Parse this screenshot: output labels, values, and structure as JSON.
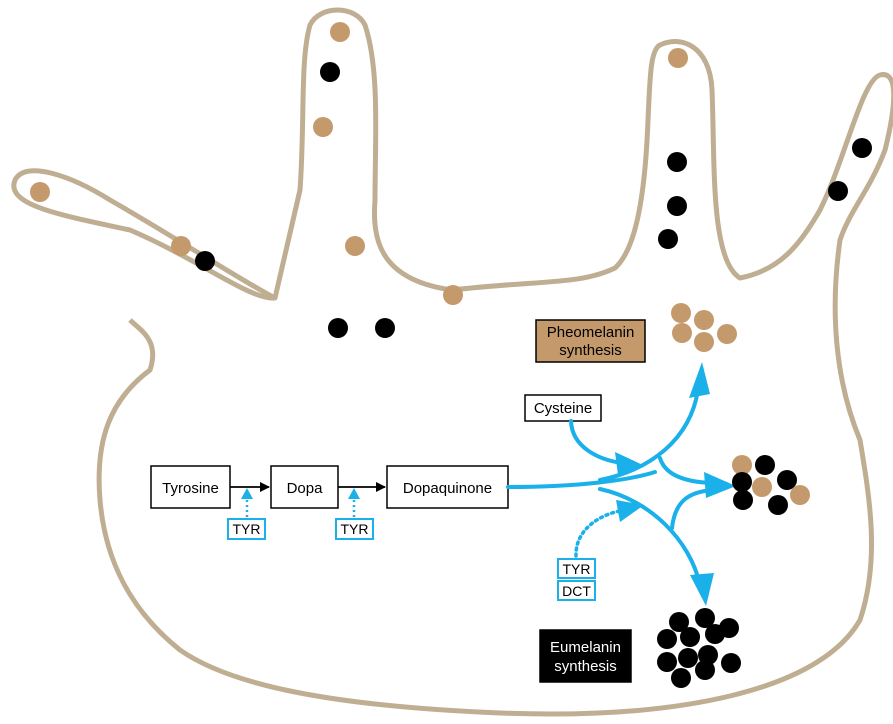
{
  "pathway": {
    "tyrosine": "Tyrosine",
    "dopa": "Dopa",
    "dopaquinone": "Dopaquinone",
    "cysteine": "Cysteine"
  },
  "enzymes": {
    "tyr_1": "TYR",
    "tyr_2": "TYR",
    "tyr_3": "TYR",
    "dct": "DCT"
  },
  "outcomes": {
    "pheomelanin_line1": "Pheomelanin",
    "pheomelanin_line2": "synthesis",
    "eumelanin_line1": "Eumelanin",
    "eumelanin_line2": "synthesis"
  },
  "colors": {
    "cell_outline": "#bfae92",
    "pheomelanin": "#c49a6c",
    "eumelanin": "#000000",
    "arrow": "#1ab0ea",
    "enzyme_border": "#1ab0ea",
    "pheomelanin_box": "#c49a6c",
    "eumelanin_box": "#000000"
  }
}
